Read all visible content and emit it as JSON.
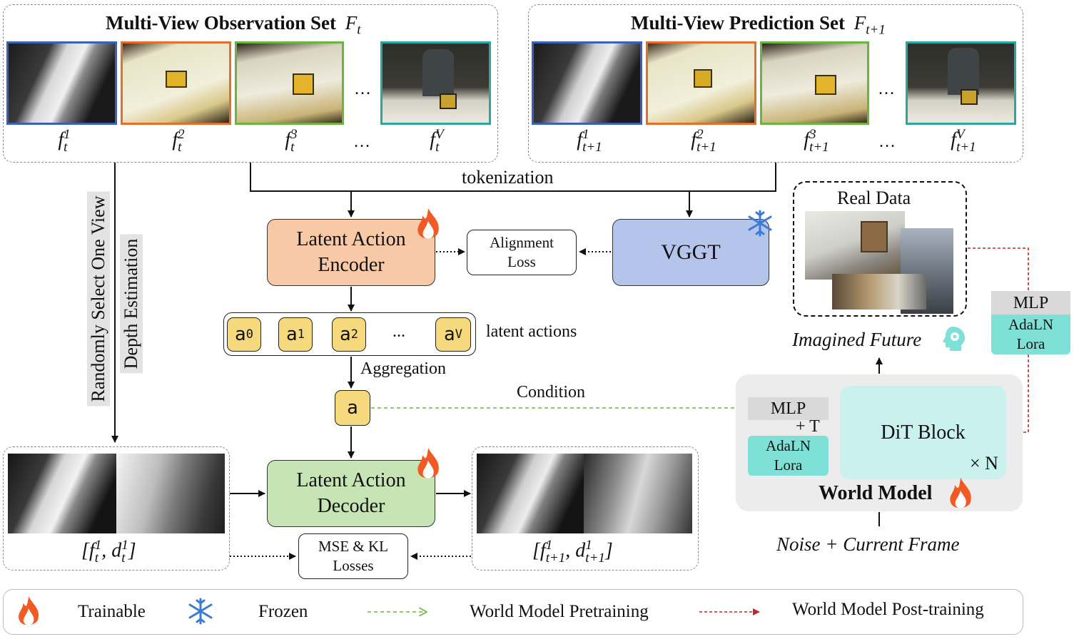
{
  "observation_set": {
    "title": "Multi-View Observation Set",
    "symbol": "F",
    "subscript": "t",
    "labels": [
      {
        "base": "f",
        "sub": "t",
        "sup": "1"
      },
      {
        "base": "f",
        "sub": "t",
        "sup": "2"
      },
      {
        "base": "f",
        "sub": "t",
        "sup": "3"
      },
      {
        "base": "f",
        "sub": "t",
        "sup": "V"
      }
    ],
    "ellipsis": "..."
  },
  "prediction_set": {
    "title": "Multi-View Prediction Set",
    "symbol": "F",
    "subscript": "t+1",
    "labels": [
      {
        "base": "f",
        "sub": "t+1",
        "sup": "1"
      },
      {
        "base": "f",
        "sub": "t+1",
        "sup": "2"
      },
      {
        "base": "f",
        "sub": "t+1",
        "sup": "3"
      },
      {
        "base": "f",
        "sub": "t+1",
        "sup": "V"
      }
    ],
    "ellipsis": "..."
  },
  "frame_colors": [
    "#3a60b8",
    "#e0702a",
    "#6cb33f",
    "#2aa7a0"
  ],
  "tokenization": "tokenization",
  "side_labels": {
    "select_view": "Randomly Select One View",
    "depth": "Depth Estimation"
  },
  "encoder": {
    "line1": "Latent Action",
    "line2": "Encoder",
    "status_icon": "fire-icon"
  },
  "alignment": {
    "line1": "Alignment",
    "line2": "Loss"
  },
  "vggt": {
    "label": "VGGT",
    "status_icon": "snowflake-icon"
  },
  "latent_actions": {
    "chips": [
      {
        "base": "a",
        "sub": "0"
      },
      {
        "base": "a",
        "sub": "1"
      },
      {
        "base": "a",
        "sub": "2"
      },
      {
        "base": "a",
        "sub": "V"
      }
    ],
    "ellipsis": "...",
    "label": "latent actions"
  },
  "aggregation": "Aggregation",
  "aggregate_chip": "a",
  "condition": "Condition",
  "decoder": {
    "line1": "Latent Action",
    "line2": "Decoder",
    "status_icon": "fire-icon"
  },
  "input_pair_label": {
    "open": "[",
    "f_sup": "1",
    "f_sub": "t",
    "d_sup": "1",
    "d_sub": "t",
    "close": "]"
  },
  "output_pair_label": {
    "open": "[",
    "f_sup": "1",
    "f_sub": "t+1",
    "d_sup": "1",
    "d_sub": "t+1",
    "close": "]"
  },
  "losses": {
    "line1": "MSE & KL",
    "line2": "Losses"
  },
  "real_data": {
    "title": "Real Data"
  },
  "imagined_future": {
    "label": "Imagined Future",
    "icon": "head-gear-icon"
  },
  "world_model": {
    "title": "World Model",
    "mlp": "MLP",
    "plus_t": "+ T",
    "adaln_line1": "AdaLN",
    "adaln_line2": "Lora",
    "dit": "DiT Block",
    "times_n": "× N",
    "status_icon": "fire-icon"
  },
  "post_adapter": {
    "mlp": "MLP",
    "adaln_line1": "AdaLN",
    "adaln_line2": "Lora"
  },
  "noise_input": "Noise + Current Frame",
  "legend": {
    "trainable": "Trainable",
    "frozen": "Frozen",
    "pretraining": "World Model Pretraining",
    "posttraining": "World Model Post-training",
    "pretraining_color": "#6cb33f",
    "posttraining_color": "#c0282d"
  },
  "colors": {
    "encoder_fill": "#f8c9a6",
    "vggt_fill": "#b4c4ea",
    "decoder_fill": "#c6e4b4",
    "chip_fill": "#f6d97c",
    "teal": "#7ee0d6",
    "dit_fill": "#c9f1ee",
    "mlp_fill": "#d9d9d9",
    "world_model_bg": "#ececec"
  }
}
